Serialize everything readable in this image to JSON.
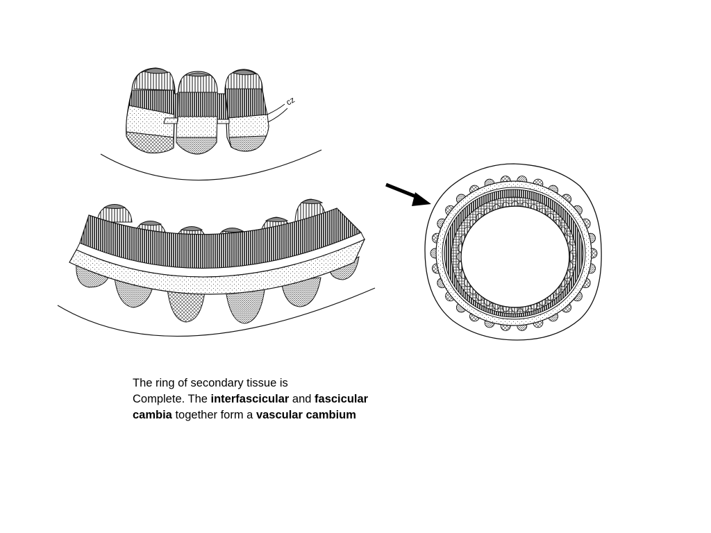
{
  "diagram": {
    "cz_label": "cz",
    "colors": {
      "ink": "#111111",
      "cap_fill": "#8c8c8c",
      "paper": "#ffffff"
    },
    "icons": [
      "arrow-right-icon"
    ]
  },
  "caption": {
    "line1": "The ring of secondary tissue is",
    "line2_a": "Complete. The ",
    "term_interfascicular": "interfascicular",
    "line2_b": " and ",
    "term_fascicular": "fascicular",
    "term_cambia": "cambia",
    "line3_b": " together form a ",
    "term_vascular_cambium": "vascular cambium"
  }
}
